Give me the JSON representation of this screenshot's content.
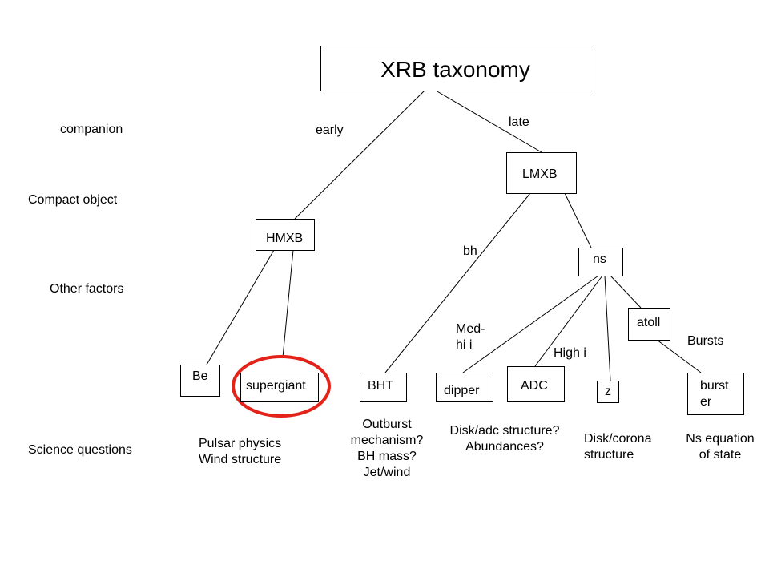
{
  "title": "XRB taxonomy",
  "row_labels": {
    "companion": "companion",
    "compact_object": "Compact object",
    "other_factors": "Other factors",
    "science_questions": "Science questions"
  },
  "nodes": {
    "hmxb": "HMXB",
    "lmxb": "LMXB",
    "ns": "ns",
    "atoll": "atoll",
    "be": "Be",
    "supergiant": "supergiant",
    "bht": "BHT",
    "dipper": "dipper",
    "adc": "ADC",
    "z": "z",
    "burster": "burst\ner"
  },
  "edge_labels": {
    "early": "early",
    "late": "late",
    "bh": "bh",
    "med_hi_i": "Med-\nhi i",
    "high_i": "High i",
    "bursts": "Bursts"
  },
  "questions": {
    "be_supergiant": "Pulsar physics\nWind structure",
    "bht": "Outburst\nmechanism?\nBH mass?\nJet/wind",
    "dipper_adc": "Disk/adc structure?\nAbundances?",
    "z": "Disk/corona\nstructure",
    "burster": "Ns equation\nof state"
  },
  "colors": {
    "highlight": "#e32219",
    "line": "#000000"
  }
}
